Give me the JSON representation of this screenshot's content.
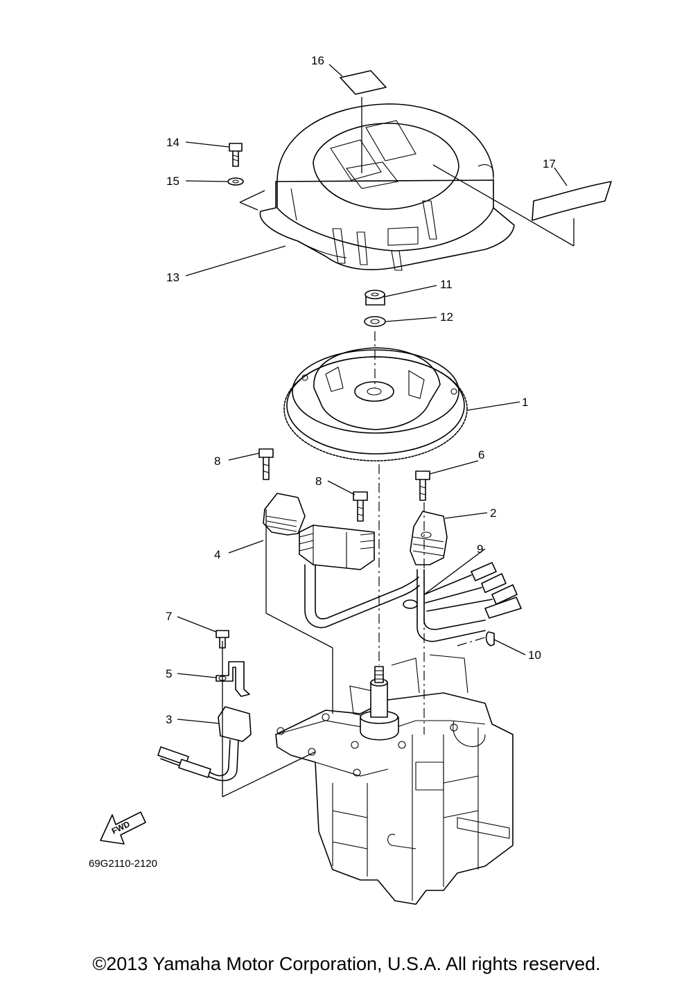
{
  "callouts": [
    {
      "id": "c16",
      "text": "16"
    },
    {
      "id": "c14",
      "text": "14"
    },
    {
      "id": "c15",
      "text": "15"
    },
    {
      "id": "c17",
      "text": "17"
    },
    {
      "id": "c13",
      "text": "13"
    },
    {
      "id": "c11",
      "text": "11"
    },
    {
      "id": "c12",
      "text": "12"
    },
    {
      "id": "c1",
      "text": "1"
    },
    {
      "id": "c8a",
      "text": "8"
    },
    {
      "id": "c6",
      "text": "6"
    },
    {
      "id": "c8b",
      "text": "8"
    },
    {
      "id": "c2",
      "text": "2"
    },
    {
      "id": "c4",
      "text": "4"
    },
    {
      "id": "c9",
      "text": "9"
    },
    {
      "id": "c7",
      "text": "7"
    },
    {
      "id": "c10",
      "text": "10"
    },
    {
      "id": "c5",
      "text": "5"
    },
    {
      "id": "c3",
      "text": "3"
    }
  ],
  "fwd_label": "FWD",
  "diagram_code": "69G2110-2120",
  "copyright": "©2013 Yamaha Motor Corporation, U.S.A. All rights reserved."
}
